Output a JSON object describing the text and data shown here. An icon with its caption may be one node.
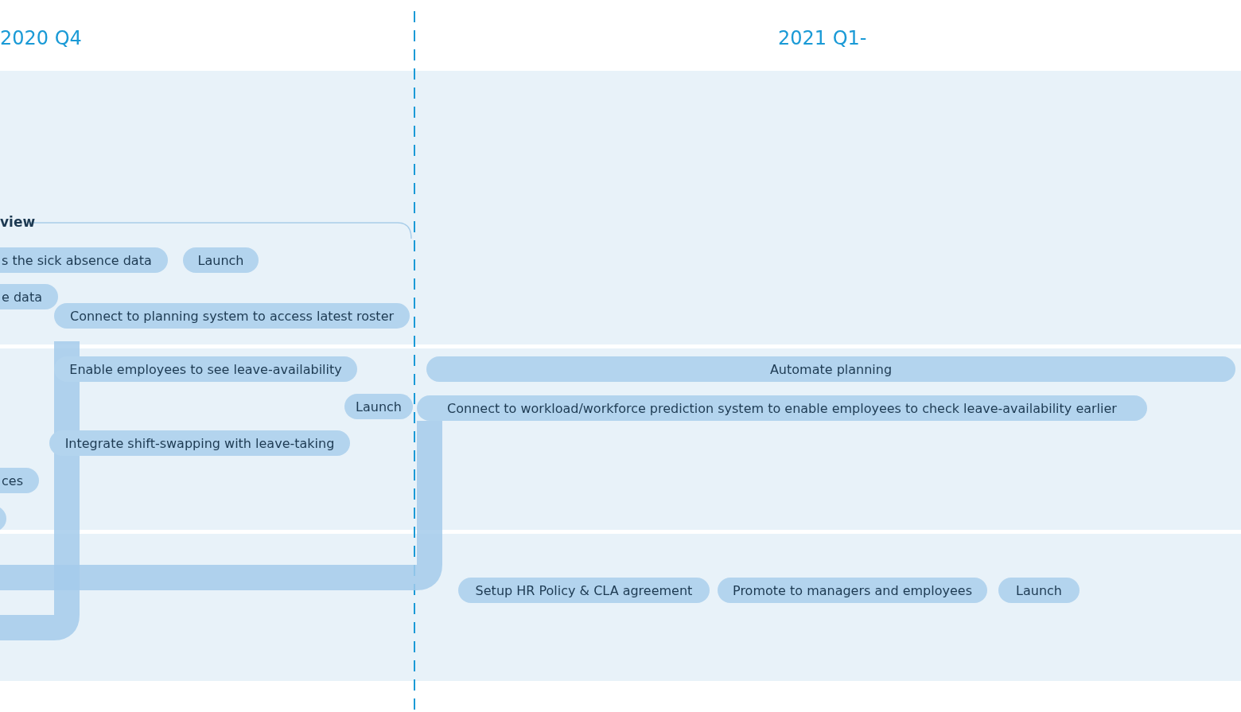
{
  "diagram": {
    "nodes": [
      {
        "text": [
          "s the sick absence data"
        ]
      },
      {
        "text": [
          "Launch"
        ]
      },
      {
        "text": [
          "e data"
        ]
      },
      {
        "text": [
          "Connect to planning system to access latest roster"
        ]
      },
      {
        "text": [
          "Enable employees to see leave-availability"
        ]
      },
      {
        "text": [
          "Automate planning"
        ]
      },
      {
        "text": [
          "Launch"
        ]
      },
      {
        "text": [
          "Connect to workload/workforce prediction system to enable employees to check leave-availability earlier"
        ]
      },
      {
        "text": [
          "Integrate shift-swapping with leave-taking"
        ]
      },
      {
        "text": [
          "ces"
        ]
      },
      {
        "text": [],
        "shape": "box"
      },
      {
        "text": [
          "Setup HR Policy & CLA agreement"
        ]
      },
      {
        "text": [
          "Promote to managers and employees"
        ]
      },
      {
        "text": [
          "Launch"
        ]
      }
    ],
    "edges": [
      {
        "from": 3,
        "to": null,
        "arrow": "none"
      },
      {
        "from": 7,
        "to": null,
        "arrow": "none"
      }
    ],
    "labels": [
      "2020 Q4",
      "2021 Q1-",
      "view"
    ]
  }
}
